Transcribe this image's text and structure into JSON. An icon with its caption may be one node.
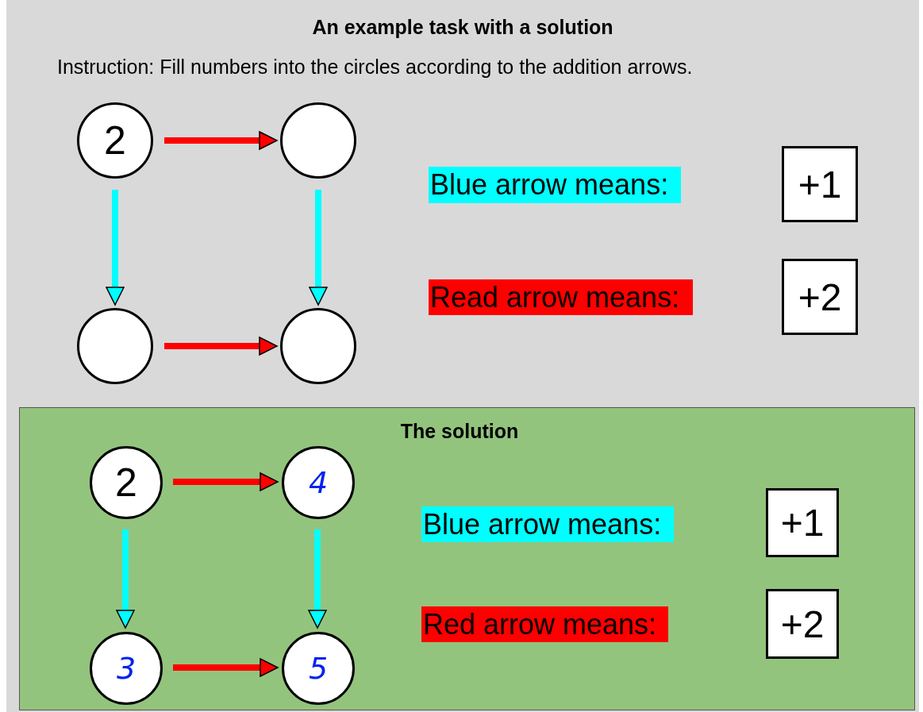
{
  "diagram": {
    "nodes": [
      {
        "text": [
          "An example task with a solution",
          "Instruction: Fill numbers into the circles according to the addition arrows."
        ]
      },
      {
        "text": [
          "2"
        ],
        "in": 0
      },
      {
        "text": [],
        "shape": "circle",
        "in": 0
      },
      {
        "text": [],
        "shape": "circle",
        "in": 0
      },
      {
        "text": [],
        "shape": "circle",
        "in": 0
      },
      {
        "text": [
          "Blue arrow means:"
        ],
        "in": 0
      },
      {
        "text": [
          "+1"
        ],
        "in": 0
      },
      {
        "text": [
          "Read arrow means:"
        ],
        "in": 0
      },
      {
        "text": [
          "+2"
        ],
        "in": 0
      },
      {
        "text": [
          "The solution"
        ],
        "in": 0
      },
      {
        "text": [
          "2"
        ],
        "in": 9
      },
      {
        "text": [
          "4"
        ],
        "in": 9
      },
      {
        "text": [
          "3"
        ],
        "in": 9
      },
      {
        "text": [
          "5"
        ],
        "in": 9
      },
      {
        "text": [
          "Blue arrow means:"
        ],
        "in": 9
      },
      {
        "text": [
          "+1"
        ],
        "in": 9
      },
      {
        "text": [
          "Red arrow means:"
        ],
        "in": 9
      },
      {
        "text": [
          "+2"
        ],
        "in": 9
      }
    ],
    "edges": [
      {
        "from": 1,
        "to": 2,
        "arrow": "to",
        "color": "#ff0000"
      },
      {
        "from": 1,
        "to": 3,
        "arrow": "to",
        "color": "#00ffff"
      },
      {
        "from": 2,
        "to": 4,
        "arrow": "to",
        "color": "#00ffff"
      },
      {
        "from": 3,
        "to": 4,
        "arrow": "to",
        "color": "#ff0000"
      },
      {
        "from": 10,
        "to": 11,
        "arrow": "to",
        "color": "#ff0000"
      },
      {
        "from": 10,
        "to": 12,
        "arrow": "to",
        "color": "#00ffff"
      },
      {
        "from": 11,
        "to": 13,
        "arrow": "to",
        "color": "#00ffff"
      },
      {
        "from": 12,
        "to": 13,
        "arrow": "to",
        "color": "#ff0000"
      }
    ]
  }
}
